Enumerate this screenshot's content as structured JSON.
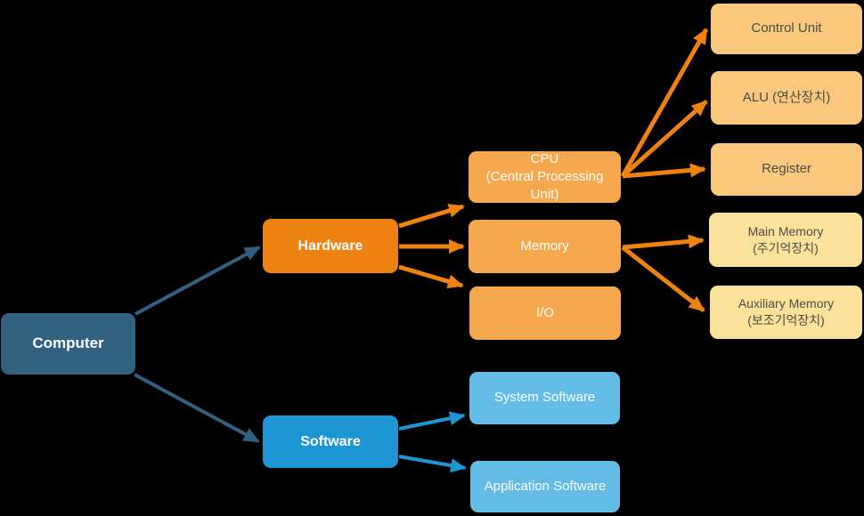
{
  "diagram": {
    "title": "Computer structure diagram",
    "nodes": {
      "computer": {
        "label": "Computer"
      },
      "hardware": {
        "label": "Hardware"
      },
      "software": {
        "label": "Software"
      },
      "cpu": {
        "label": "CPU\n(Central Processing Unit)"
      },
      "memory": {
        "label": "Memory"
      },
      "io": {
        "label": "I/O"
      },
      "control_unit": {
        "label": "Control Unit"
      },
      "alu": {
        "label": "ALU (연산장치)"
      },
      "register": {
        "label": "Register"
      },
      "main_memory": {
        "label": "Main Memory\n(주기억장치)"
      },
      "auxiliary_memory": {
        "label": "Auxiliary Memory\n(보조기억장치)"
      },
      "system_software": {
        "label": "System Software"
      },
      "application_software": {
        "label": "Application Software"
      }
    },
    "edges": [
      {
        "from": "Computer",
        "to": "Hardware"
      },
      {
        "from": "Computer",
        "to": "Software"
      },
      {
        "from": "Hardware",
        "to": "CPU (Central Processing Unit)"
      },
      {
        "from": "Hardware",
        "to": "Memory"
      },
      {
        "from": "Hardware",
        "to": "I/O"
      },
      {
        "from": "CPU (Central Processing Unit)",
        "to": "Control Unit"
      },
      {
        "from": "CPU (Central Processing Unit)",
        "to": "ALU (연산장치)"
      },
      {
        "from": "CPU (Central Processing Unit)",
        "to": "Register"
      },
      {
        "from": "Memory",
        "to": "Main Memory (주기억장치)"
      },
      {
        "from": "Memory",
        "to": "Auxiliary Memory (보조기억장치)"
      },
      {
        "from": "Software",
        "to": "System Software"
      },
      {
        "from": "Software",
        "to": "Application Software"
      }
    ],
    "colors": {
      "canvas-bg": "#000000",
      "node-navy": "#326180",
      "node-orange": "#EE8211",
      "node-blue": "#1F96D4",
      "node-light-orange": "#F5A84D",
      "node-light-blue": "#63BCE5",
      "node-pale-orange": "#F9C87C",
      "node-pale-yellow": "#FAE29B",
      "arrow-navy": "#326180",
      "arrow-orange": "#EE8211",
      "arrow-blue": "#1F96D4",
      "text-light": "#FFFFFF",
      "text-dark": "#4D4D4D"
    }
  }
}
